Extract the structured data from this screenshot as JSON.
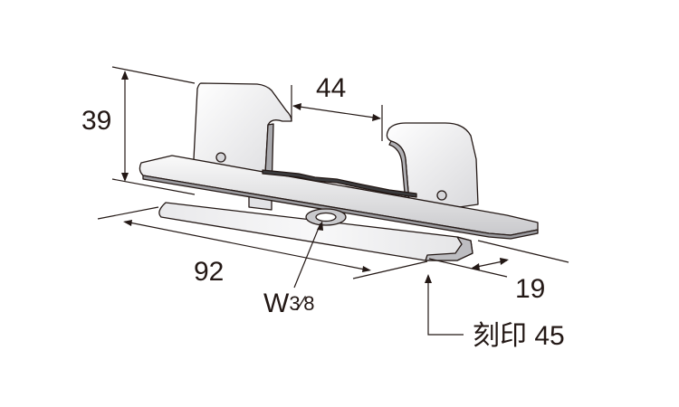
{
  "dimensions": {
    "height": "39",
    "gap": "44",
    "length": "92",
    "depth": "19"
  },
  "thread_label": {
    "base": "W",
    "fraction": "3⁄8"
  },
  "marking_label": "刻印 45",
  "colors": {
    "line": "#231815",
    "face_light": "#f5f5f6",
    "face_mid": "#dcdcde",
    "face_dark": "#a9a9ad",
    "edge_dark": "#3a3a3c"
  }
}
